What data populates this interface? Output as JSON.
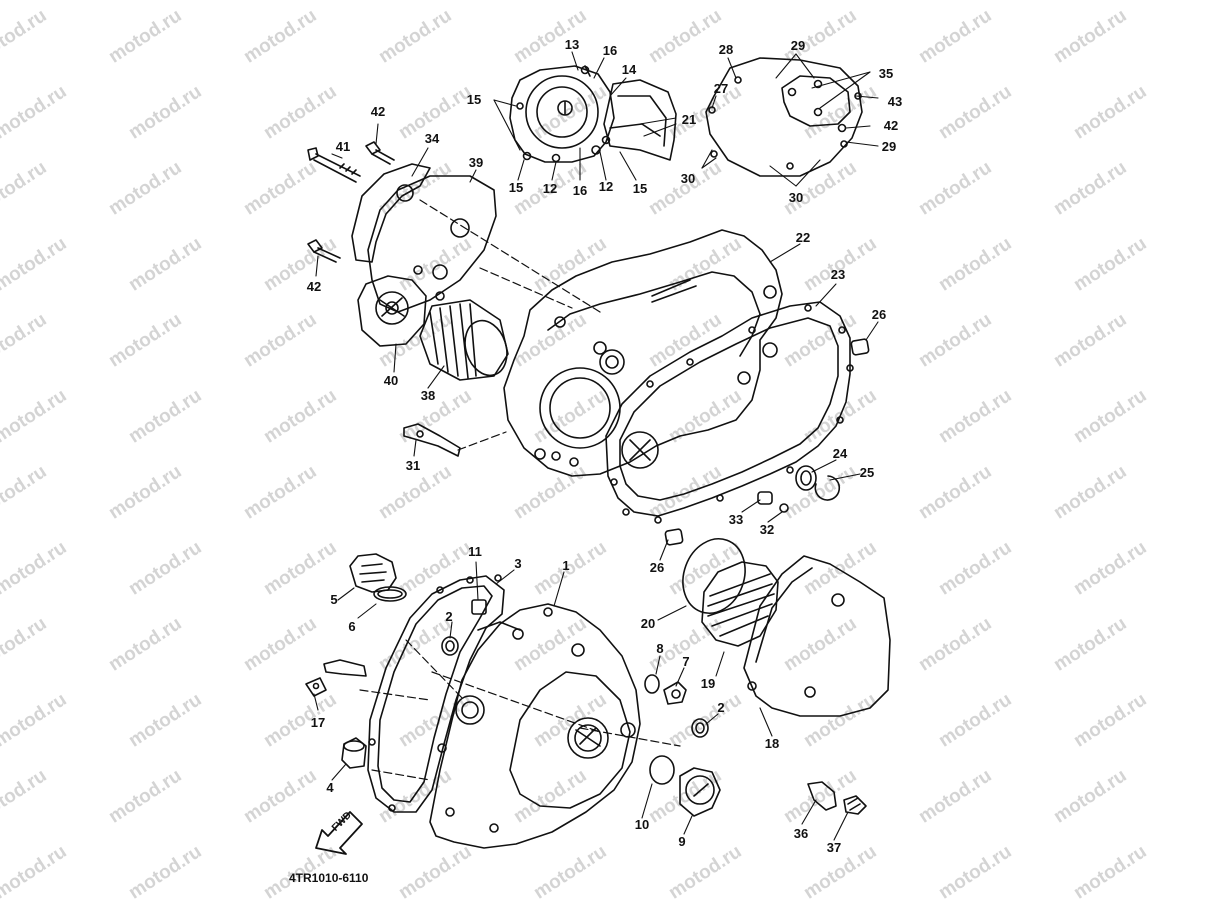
{
  "diagram": {
    "reference_code": "4TR1010-6110",
    "fwd_label": "FWD",
    "watermark": "motod.ru",
    "callouts": [
      {
        "id": "c13",
        "text": "13"
      },
      {
        "id": "c16a",
        "text": "16"
      },
      {
        "id": "c14",
        "text": "14"
      },
      {
        "id": "c15a",
        "text": "15"
      },
      {
        "id": "c21",
        "text": "21"
      },
      {
        "id": "c15b",
        "text": "15"
      },
      {
        "id": "c12a",
        "text": "12"
      },
      {
        "id": "c16b",
        "text": "16"
      },
      {
        "id": "c12b",
        "text": "12"
      },
      {
        "id": "c15c",
        "text": "15"
      },
      {
        "id": "c28",
        "text": "28"
      },
      {
        "id": "c29a",
        "text": "29"
      },
      {
        "id": "c35",
        "text": "35"
      },
      {
        "id": "c27",
        "text": "27"
      },
      {
        "id": "c43",
        "text": "43"
      },
      {
        "id": "c42a",
        "text": "42"
      },
      {
        "id": "c29b",
        "text": "29"
      },
      {
        "id": "c30a",
        "text": "30"
      },
      {
        "id": "c30b",
        "text": "30"
      },
      {
        "id": "c42b",
        "text": "42"
      },
      {
        "id": "c41",
        "text": "41"
      },
      {
        "id": "c34",
        "text": "34"
      },
      {
        "id": "c39",
        "text": "39"
      },
      {
        "id": "c42c",
        "text": "42"
      },
      {
        "id": "c40",
        "text": "40"
      },
      {
        "id": "c38",
        "text": "38"
      },
      {
        "id": "c22",
        "text": "22"
      },
      {
        "id": "c23",
        "text": "23"
      },
      {
        "id": "c26a",
        "text": "26"
      },
      {
        "id": "c31",
        "text": "31"
      },
      {
        "id": "c24",
        "text": "24"
      },
      {
        "id": "c25",
        "text": "25"
      },
      {
        "id": "c33",
        "text": "33"
      },
      {
        "id": "c32",
        "text": "32"
      },
      {
        "id": "c26b",
        "text": "26"
      },
      {
        "id": "c11",
        "text": "11"
      },
      {
        "id": "c3",
        "text": "3"
      },
      {
        "id": "c1",
        "text": "1"
      },
      {
        "id": "c5",
        "text": "5"
      },
      {
        "id": "c6",
        "text": "6"
      },
      {
        "id": "c2a",
        "text": "2"
      },
      {
        "id": "c20",
        "text": "20"
      },
      {
        "id": "c8",
        "text": "8"
      },
      {
        "id": "c7",
        "text": "7"
      },
      {
        "id": "c19",
        "text": "19"
      },
      {
        "id": "c17",
        "text": "17"
      },
      {
        "id": "c2b",
        "text": "2"
      },
      {
        "id": "c18",
        "text": "18"
      },
      {
        "id": "c4",
        "text": "4"
      },
      {
        "id": "c10",
        "text": "10"
      },
      {
        "id": "c9",
        "text": "9"
      },
      {
        "id": "c36",
        "text": "36"
      },
      {
        "id": "c37",
        "text": "37"
      }
    ]
  }
}
